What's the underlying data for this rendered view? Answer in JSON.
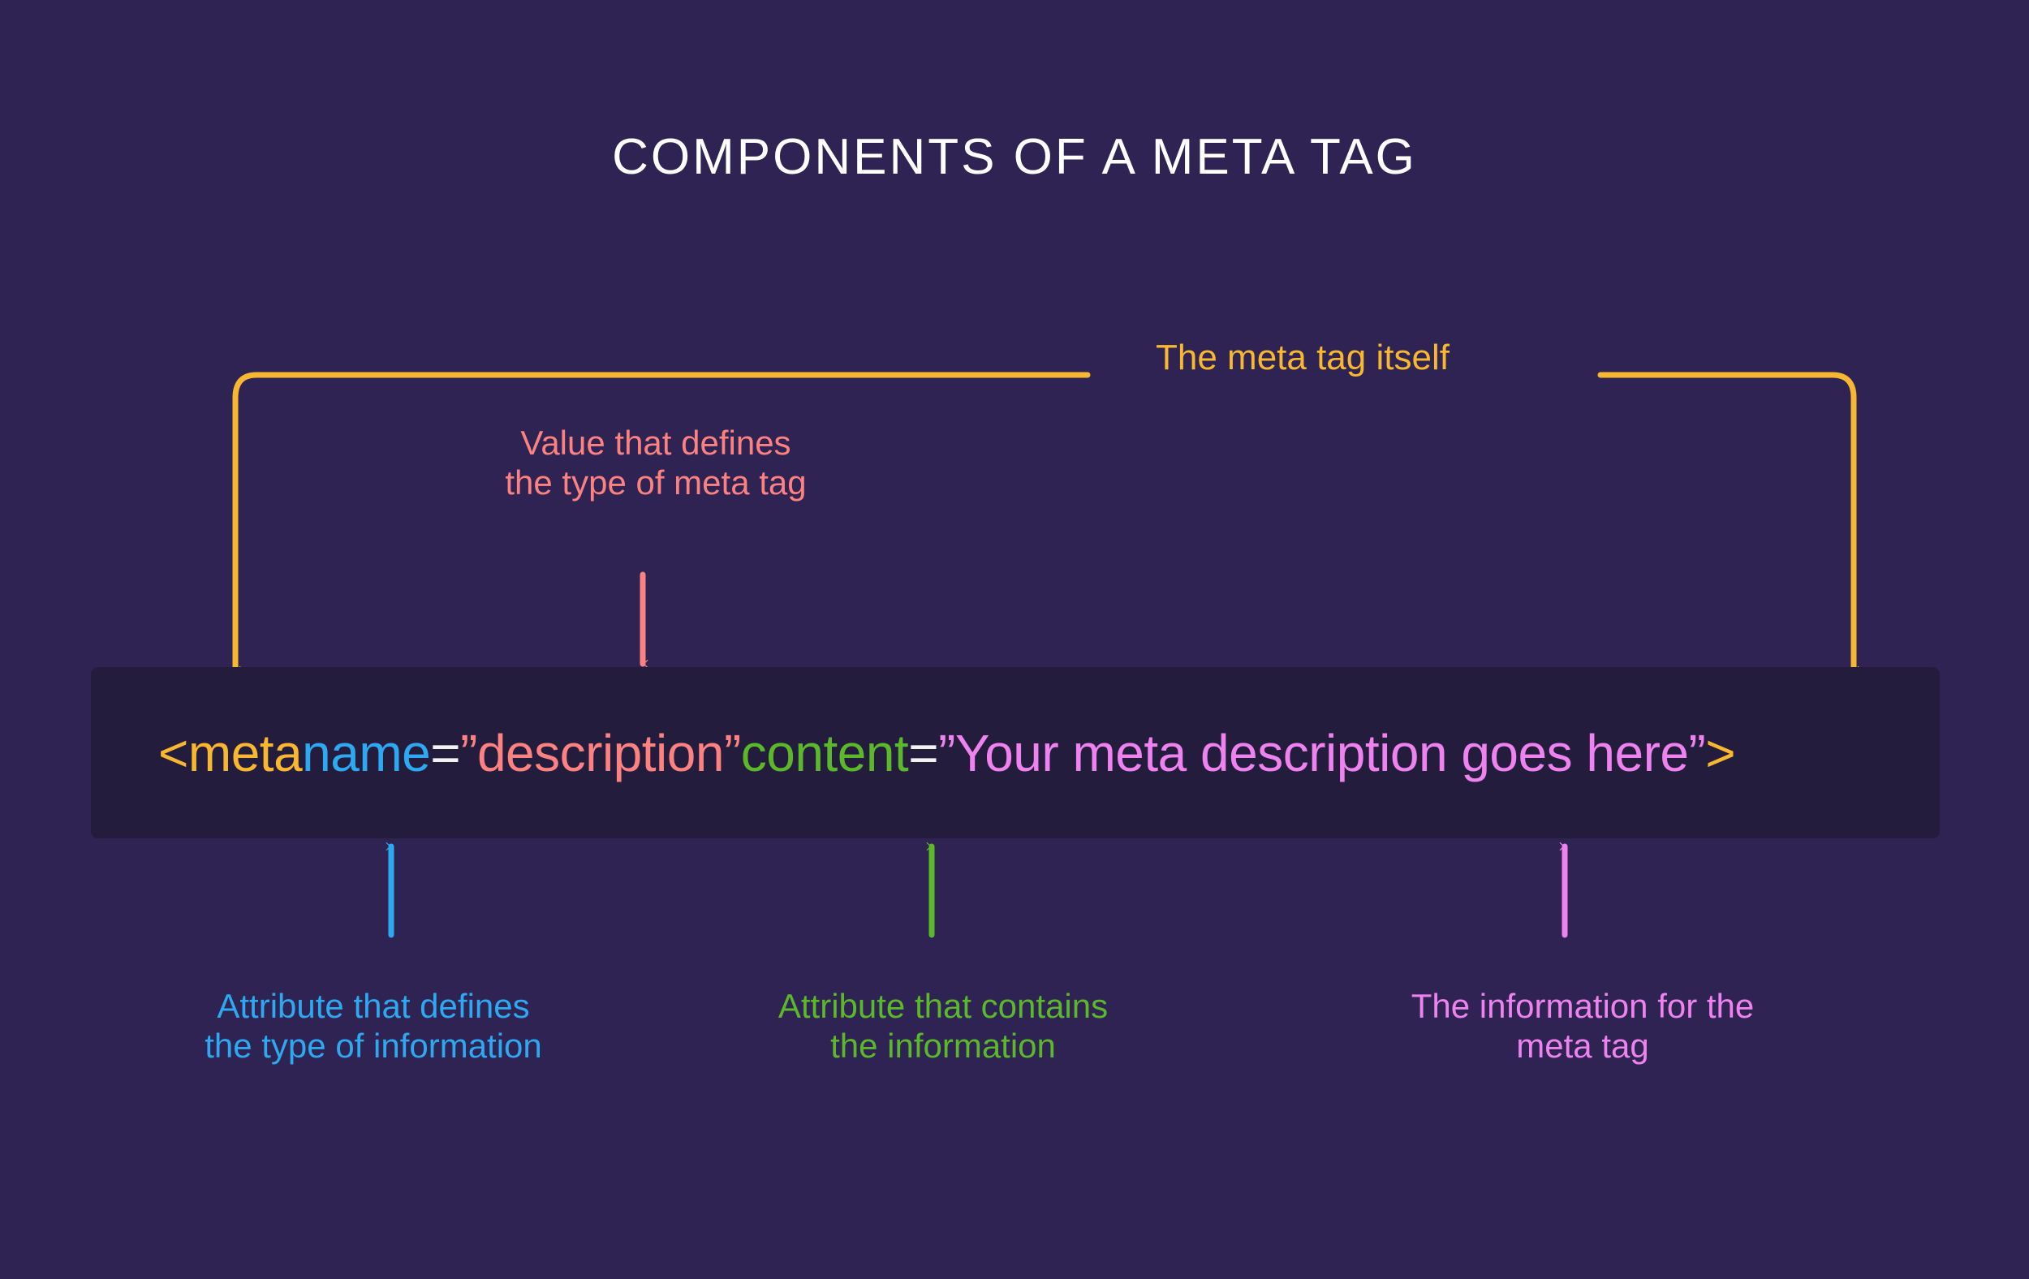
{
  "page": {
    "background_color": "#2e2352",
    "title": "COMPONENTS OF A META TAG"
  },
  "code_box": {
    "background_color": "#241c3d",
    "full_code": "<meta name=\"description\" content=\"Your meta description goes here\">",
    "tokens": [
      {
        "text": "<meta",
        "role": "tag-open",
        "color": "#f7b731"
      },
      {
        "text": " ",
        "role": "space",
        "color": "#f2f2f2"
      },
      {
        "text": "name",
        "role": "attribute-name",
        "color": "#2ea8f0"
      },
      {
        "text": "=",
        "role": "equals",
        "color": "#f2f2f2"
      },
      {
        "text": "”description”",
        "role": "attribute-value",
        "color": "#fc8181"
      },
      {
        "text": " ",
        "role": "space",
        "color": "#f2f2f2"
      },
      {
        "text": "content",
        "role": "attribute-content",
        "color": "#5cb82b"
      },
      {
        "text": "=",
        "role": "equals",
        "color": "#f2f2f2"
      },
      {
        "text": "”Your meta description goes here”",
        "role": "content-value",
        "color": "#ee82ee"
      },
      {
        "text": ">",
        "role": "tag-close",
        "color": "#f7b731"
      }
    ]
  },
  "callouts": {
    "meta_tag_itself": {
      "text": "The meta tag itself",
      "color": "#f7b731",
      "connector": "orange-bracket-down-both-ends"
    },
    "value_type": {
      "text": "Value that defines\nthe type of meta tag",
      "color": "#fc8181",
      "connector": "salmon-arrow-down"
    },
    "attribute_type": {
      "text": "Attribute that defines\nthe type of information",
      "color": "#2ea8f0",
      "connector": "blue-arrow-up"
    },
    "attribute_contains": {
      "text": "Attribute that contains\nthe information",
      "color": "#5cb82b",
      "connector": "green-arrow-up"
    },
    "information_for_tag": {
      "text": "The information for the\nmeta tag",
      "color": "#ee82ee",
      "connector": "magenta-arrow-up"
    }
  }
}
